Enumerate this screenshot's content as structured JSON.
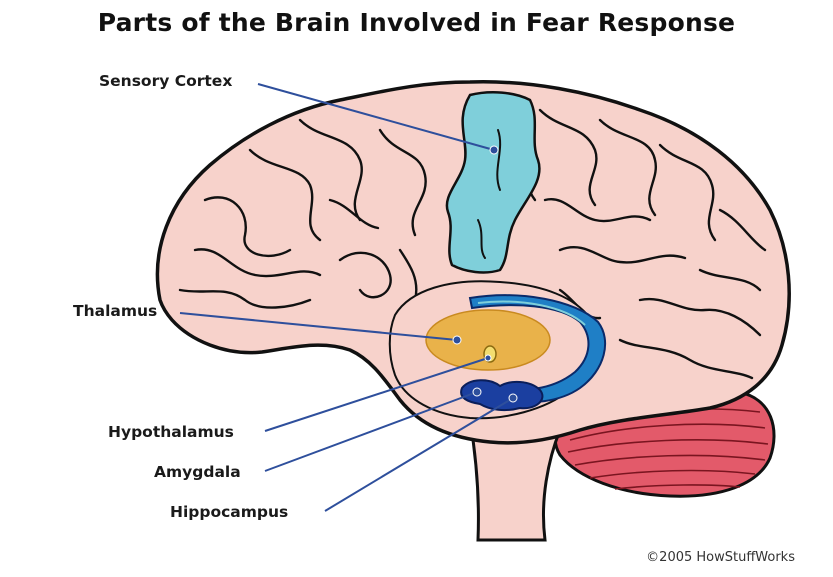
{
  "title": "Parts of the Brain Involved in Fear Response",
  "labels": {
    "sensory_cortex": "Sensory Cortex",
    "thalamus": "Thalamus",
    "hypothalamus": "Hypothalamus",
    "amygdala": "Amygdala",
    "hippocampus": "Hippocampus"
  },
  "copyright": "©2005 HowStuffWorks",
  "colors": {
    "brain_fill": "#f7d2cb",
    "sensory_cortex": "#7fcfda",
    "thalamus": "#e9b24a",
    "hypothalamus": "#f3dd70",
    "hippocampus": "#1f7fc6",
    "amygdala": "#1b3fa0",
    "cerebellum": "#e35a6a",
    "leader_line": "#2e4f9c"
  }
}
